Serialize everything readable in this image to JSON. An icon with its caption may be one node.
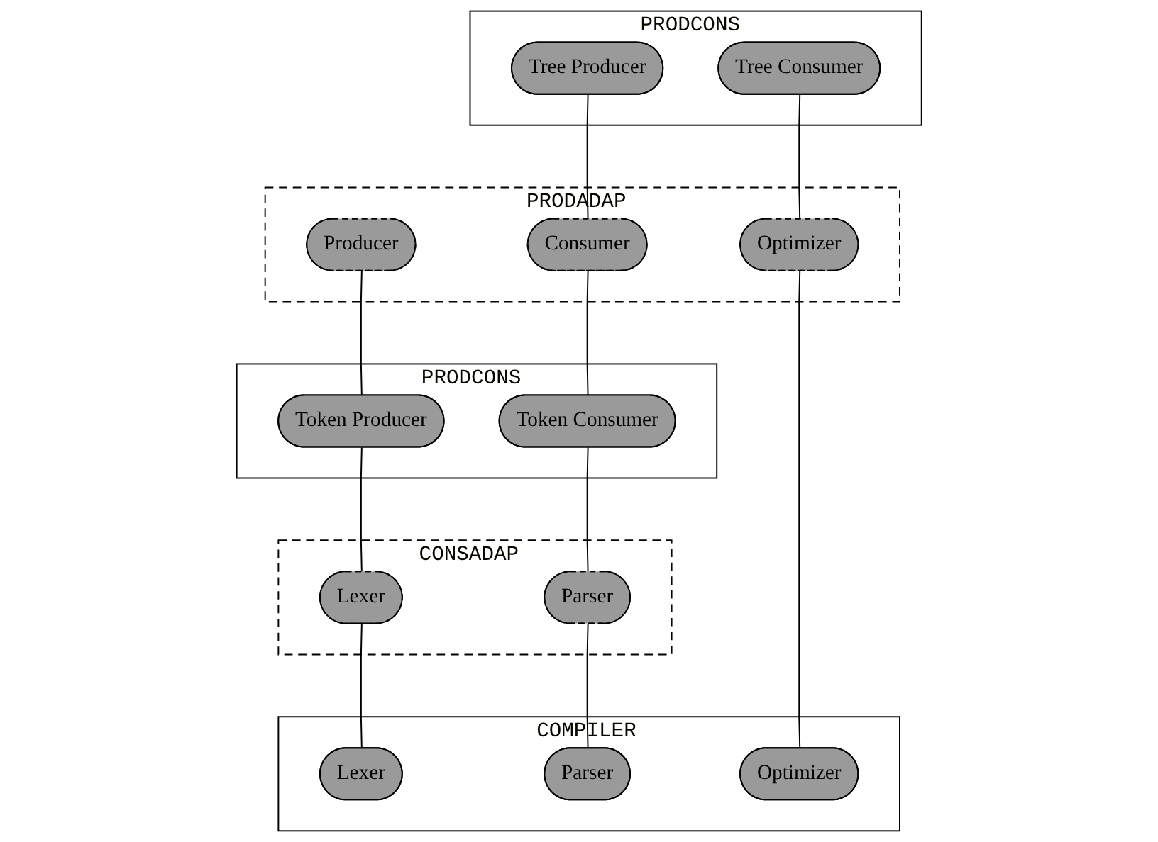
{
  "diagram": {
    "nodes": [
      {
        "text": [
          "PRODCONS"
        ]
      },
      {
        "text": [
          "Tree Producer"
        ],
        "in": 0
      },
      {
        "text": [
          "Tree Consumer"
        ],
        "in": 0
      },
      {
        "text": [
          "PRODADAP"
        ]
      },
      {
        "text": [
          "Producer"
        ],
        "in": 3
      },
      {
        "text": [
          "Consumer"
        ],
        "in": 3
      },
      {
        "text": [
          "Optimizer"
        ],
        "in": 3
      },
      {
        "text": [
          "PRODCONS"
        ]
      },
      {
        "text": [
          "Token Producer"
        ],
        "in": 7
      },
      {
        "text": [
          "Token Consumer"
        ],
        "in": 7
      },
      {
        "text": [
          "CONSADAP"
        ]
      },
      {
        "text": [
          "Lexer"
        ],
        "in": 10
      },
      {
        "text": [
          "Parser"
        ],
        "in": 10
      },
      {
        "text": [
          "COMPILER"
        ]
      },
      {
        "text": [
          "Lexer"
        ],
        "in": 13
      },
      {
        "text": [
          "Parser"
        ],
        "in": 13
      },
      {
        "text": [
          "Optimizer"
        ],
        "in": 13
      }
    ],
    "edges": [
      {
        "from": 1,
        "to": 5,
        "arrow": "none"
      },
      {
        "from": 2,
        "to": 6,
        "arrow": "none"
      },
      {
        "from": 4,
        "to": 8,
        "arrow": "none"
      },
      {
        "from": 5,
        "to": 9,
        "arrow": "none"
      },
      {
        "from": 8,
        "to": 11,
        "arrow": "none"
      },
      {
        "from": 9,
        "to": 12,
        "arrow": "none"
      },
      {
        "from": 11,
        "to": 14,
        "arrow": "none"
      },
      {
        "from": 12,
        "to": 15,
        "arrow": "none"
      },
      {
        "from": 6,
        "to": 16,
        "arrow": "none"
      }
    ]
  }
}
